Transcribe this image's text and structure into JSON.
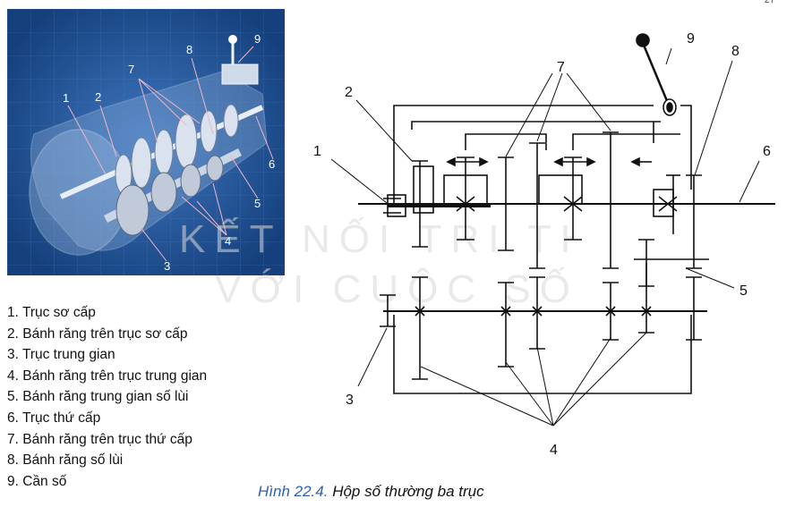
{
  "page_number": "27",
  "photo_callouts": [
    "1",
    "2",
    "7",
    "8",
    "9",
    "6",
    "5",
    "4",
    "3"
  ],
  "schematic_callouts": {
    "n1": "1",
    "n2": "2",
    "n3": "3",
    "n4": "4",
    "n5": "5",
    "n6": "6",
    "n7": "7",
    "n8": "8",
    "n9": "9"
  },
  "legend": [
    "1. Trục sơ cấp",
    "2. Bánh răng trên trục sơ cấp",
    "3. Trục trung gian",
    "4. Bánh răng trên trục trung gian",
    "5.  Bánh răng trung gian số lùi",
    "6. Trục thứ cấp",
    "7. Bánh răng trên trục thứ cấp",
    "8. Bánh răng số lùi",
    "9. Cần số"
  ],
  "caption": {
    "figure": "Hình 22.4.",
    "title": "Hộp số thường ba trục"
  },
  "watermark": {
    "line1": "KẾT NỐI TRI THỨC",
    "line2": "VỚI CUỘC SỐNG"
  },
  "colors": {
    "photo_bg": "#1d4d8f",
    "caption_blue": "#2f5fb5",
    "line": "#111111"
  }
}
